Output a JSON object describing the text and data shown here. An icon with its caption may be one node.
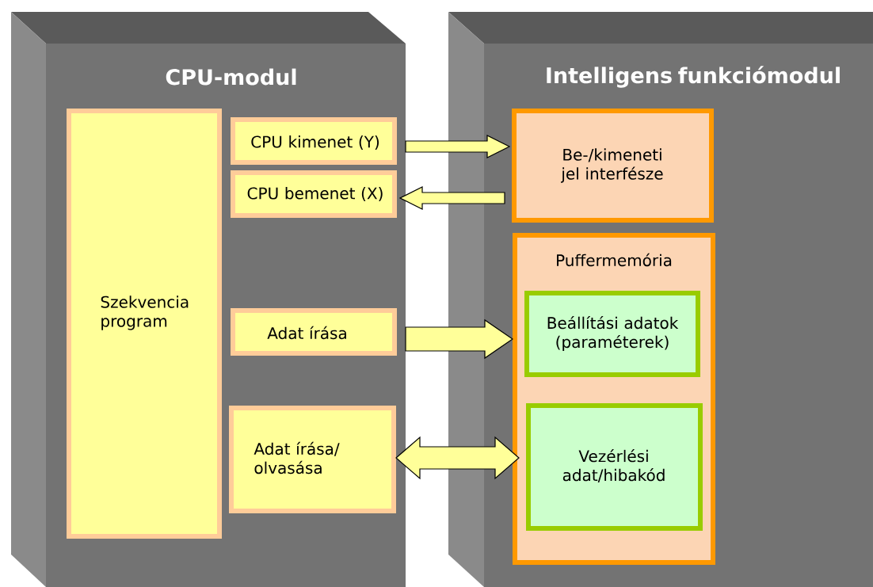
{
  "diagram": {
    "nodes": [
      {
        "text": [
          "CPU-modul"
        ]
      },
      {
        "text": [
          "Szekvencia program"
        ],
        "in": 0
      },
      {
        "text": [
          "CPU kimenet (Y)"
        ],
        "in": 0
      },
      {
        "text": [
          "CPU bemenet (X)"
        ],
        "in": 0
      },
      {
        "text": [
          "Adat írása"
        ],
        "in": 0
      },
      {
        "text": [
          "Adat írása/ olvasása"
        ],
        "in": 0
      },
      {
        "text": [
          "Intelligens funkciómodul"
        ]
      },
      {
        "text": [
          "Be-/kimeneti jel interfésze"
        ],
        "in": 6
      },
      {
        "text": [
          "Puffermemória"
        ],
        "in": 6
      },
      {
        "text": [
          "Beállítási adatok (paraméterek)"
        ],
        "in": 8
      },
      {
        "text": [
          "Vezérlési adat/hibakód"
        ],
        "in": 8
      }
    ],
    "edges": [
      {
        "from": 2,
        "to": 7,
        "arrow": "to"
      },
      {
        "from": 7,
        "to": 3,
        "arrow": "to"
      },
      {
        "from": 4,
        "to": 9,
        "arrow": "to"
      },
      {
        "from": 5,
        "to": 10,
        "arrow": "both"
      }
    ]
  }
}
